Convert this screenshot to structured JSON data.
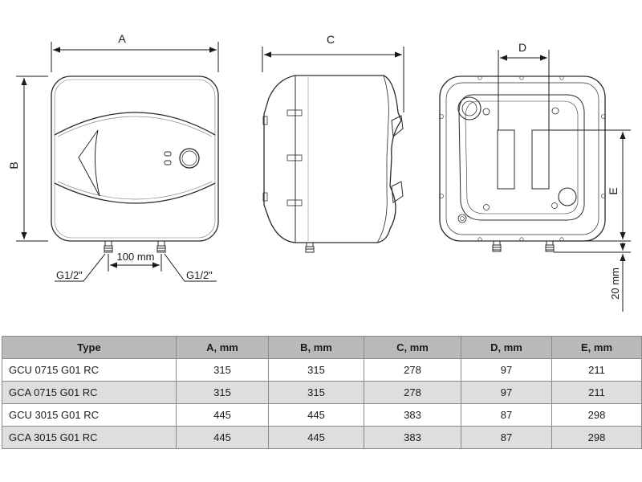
{
  "dimension_labels": {
    "A": "A",
    "B": "B",
    "C": "C",
    "D": "D",
    "E": "E",
    "spacing": "100 mm",
    "thread_left": "G1/2\"",
    "thread_right": "G1/2\"",
    "clearance": "20 mm"
  },
  "table": {
    "headers": [
      "Type",
      "A, mm",
      "B, mm",
      "C, mm",
      "D, mm",
      "E, mm"
    ],
    "rows": [
      [
        "GCU 0715 G01 RC",
        "315",
        "315",
        "278",
        "97",
        "211"
      ],
      [
        "GCA 0715 G01 RC",
        "315",
        "315",
        "278",
        "97",
        "211"
      ],
      [
        "GCU 3015 G01 RC",
        "445",
        "445",
        "383",
        "87",
        "298"
      ],
      [
        "GCA 3015 G01 RC",
        "445",
        "445",
        "383",
        "87",
        "298"
      ]
    ]
  }
}
